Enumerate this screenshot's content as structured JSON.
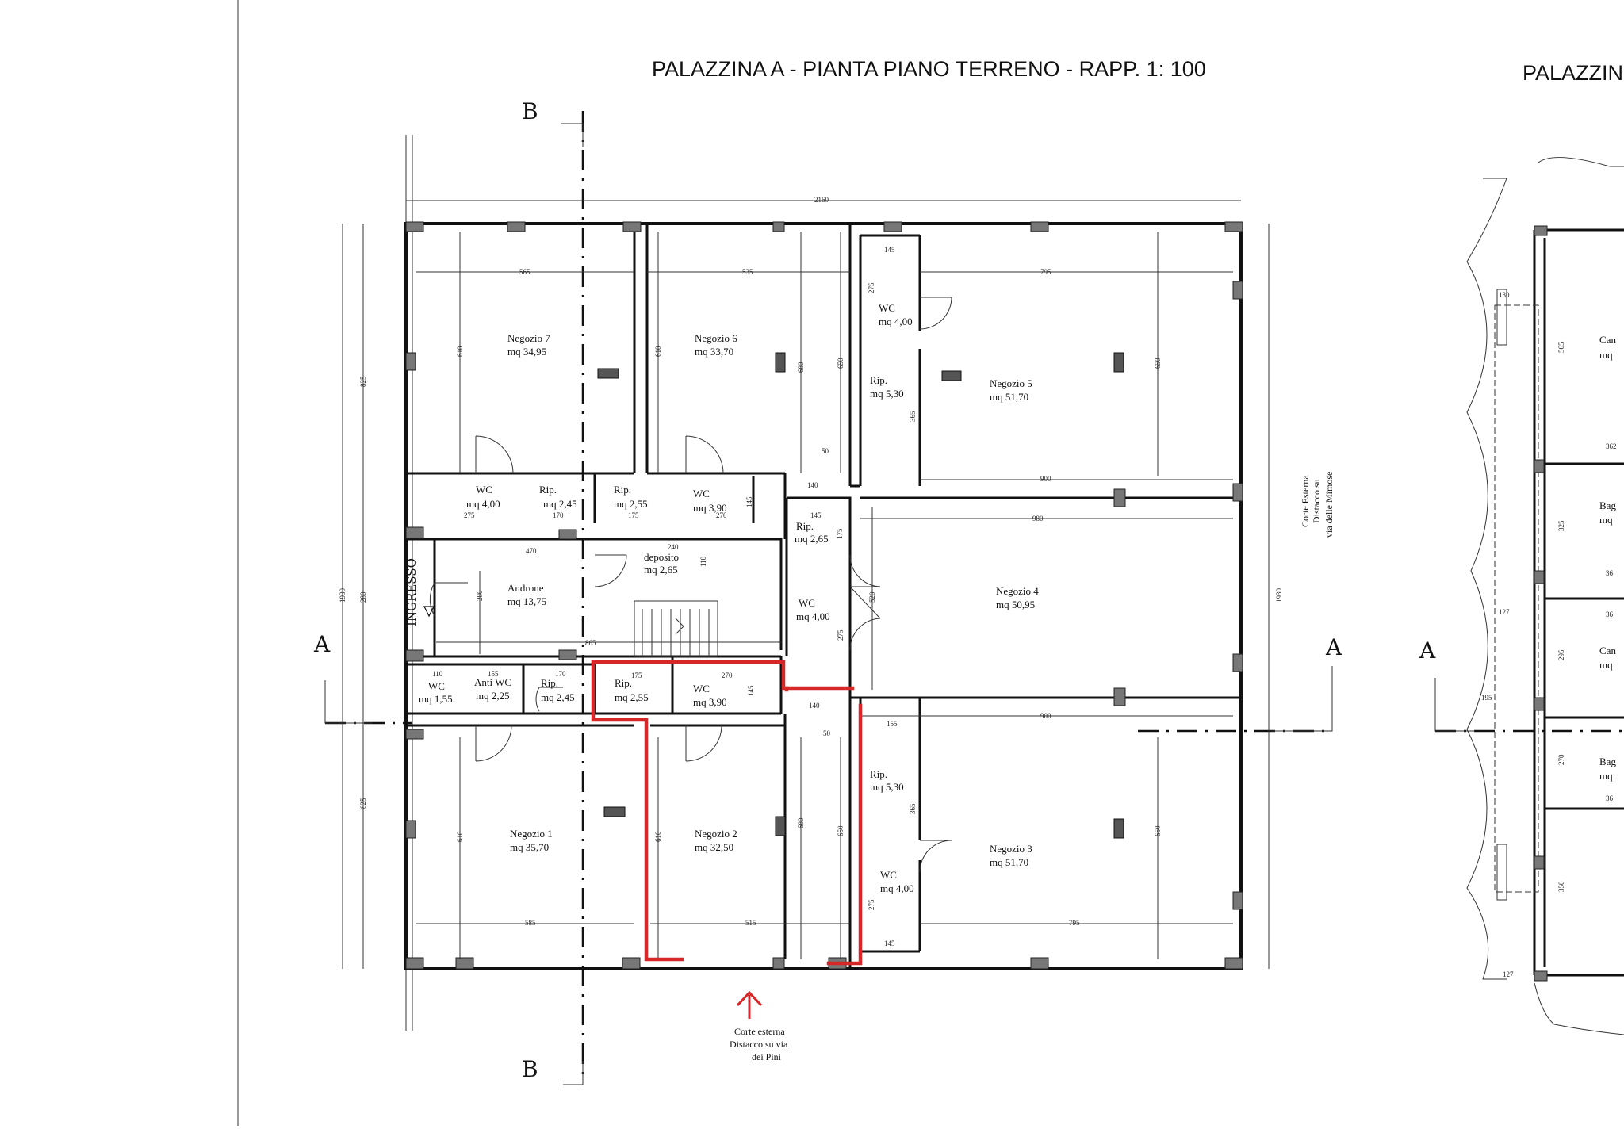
{
  "titles": {
    "main": "PALAZZINA A - PIANTA PIANO TERRENO - RAPP. 1: 100",
    "partial": "PALAZZIN"
  },
  "section_marks": {
    "a": "A",
    "b": "B"
  },
  "entrance": "INGRESSO",
  "rooms": {
    "negozio7": [
      "Negozio 7",
      "mq 34,95"
    ],
    "negozio6": [
      "Negozio 6",
      "mq 33,70"
    ],
    "negozio5": [
      "Negozio 5",
      "mq 51,70"
    ],
    "negozio4": [
      "Negozio 4",
      "mq 50,95"
    ],
    "negozio3": [
      "Negozio 3",
      "mq 51,70"
    ],
    "negozio2": [
      "Negozio 2",
      "mq 32,50"
    ],
    "negozio1": [
      "Negozio 1",
      "mq 35,70"
    ],
    "androne": [
      "Androne",
      "mq 13,75"
    ],
    "deposito": [
      "deposito",
      "mq 2,65"
    ],
    "wc_n7": [
      "WC",
      "mq 4,00"
    ],
    "rip_n7": [
      "Rip.",
      "mq 2,45"
    ],
    "rip_n6": [
      "Rip.",
      "mq 2,55"
    ],
    "wc_n6": [
      "WC",
      "mq 3,90"
    ],
    "wc_n5": [
      "WC",
      "mq 4,00"
    ],
    "rip_n5": [
      "Rip.",
      "mq 5,30"
    ],
    "rip_c": [
      "Rip.",
      "mq 2,65"
    ],
    "wc_c": [
      "WC",
      "mq 4,00"
    ],
    "wc_sw": [
      "WC",
      "mq 1,55"
    ],
    "antiwc": [
      "Anti WC",
      "mq 2,25"
    ],
    "rip_sw": [
      "Rip.",
      "mq 2,45"
    ],
    "rip_n2": [
      "Rip.",
      "mq 2,55"
    ],
    "wc_n2": [
      "WC",
      "mq 3,90"
    ],
    "rip_n3": [
      "Rip.",
      "mq 5,30"
    ],
    "wc_n3": [
      "WC",
      "mq 4,00"
    ]
  },
  "right_partial_labels": [
    "Can",
    "mq",
    "Bag",
    "mq",
    "Can",
    "mq",
    "Bag",
    "mq"
  ],
  "dimensions": {
    "total_w": "2160",
    "total_h": "1930",
    "left_top": "825",
    "left_mid": "280",
    "left_bot": "825",
    "n7_w": "565",
    "n7_h": "610",
    "n6_w": "535",
    "n6_h": "610",
    "n6_h2": "680",
    "n5_w": "795",
    "n5_h": "650",
    "n5_wc_w": "145",
    "n5_wc_h": "275",
    "n5_rip_h": "365",
    "col_h": "650",
    "col_50": "50",
    "col_140": "140",
    "n4_w": "980",
    "n4_w2": "900",
    "n4_h": "520",
    "wc7_w": "275",
    "rip7_w": "170",
    "rip6_w": "175",
    "wc6_w": "270",
    "wc6_h": "145",
    "ripc_w": "145",
    "ripc_h": "175",
    "andr_w": "470",
    "andr_h": "280",
    "andr_w2": "865",
    "dep_w": "240",
    "dep_h": "110",
    "wcc_h": "275",
    "sw_110": "110",
    "sw_155": "155",
    "sw_170": "170",
    "rip2_w": "175",
    "wc2_w": "270",
    "wc2_h": "145",
    "n1_w": "585",
    "n1_h": "610",
    "n2_w": "515",
    "n2_h": "610",
    "n2_h2": "680",
    "col2_140": "140",
    "col2_50": "50",
    "col2_h": "650",
    "n3_w": "900",
    "n3_w2": "795",
    "n3_h": "650",
    "n3_rip_w": "155",
    "n3_rip_h": "365",
    "n3_wc_h": "275",
    "n3_wc_w": "145",
    "r_130": "130",
    "r_565": "565",
    "r_362": "362",
    "r_325": "325",
    "r_36a": "36",
    "r_36b": "36",
    "r_295": "295",
    "r_127a": "127",
    "r_195": "195",
    "r_270": "270",
    "r_36c": "36",
    "r_350": "350",
    "r_127b": "127"
  },
  "corte_east": [
    "Corte Esterna",
    "Distacco su",
    "via delle Mimose"
  ],
  "corte_south": [
    "Corte esterna",
    "Distacco su via",
    "dei Pini"
  ]
}
